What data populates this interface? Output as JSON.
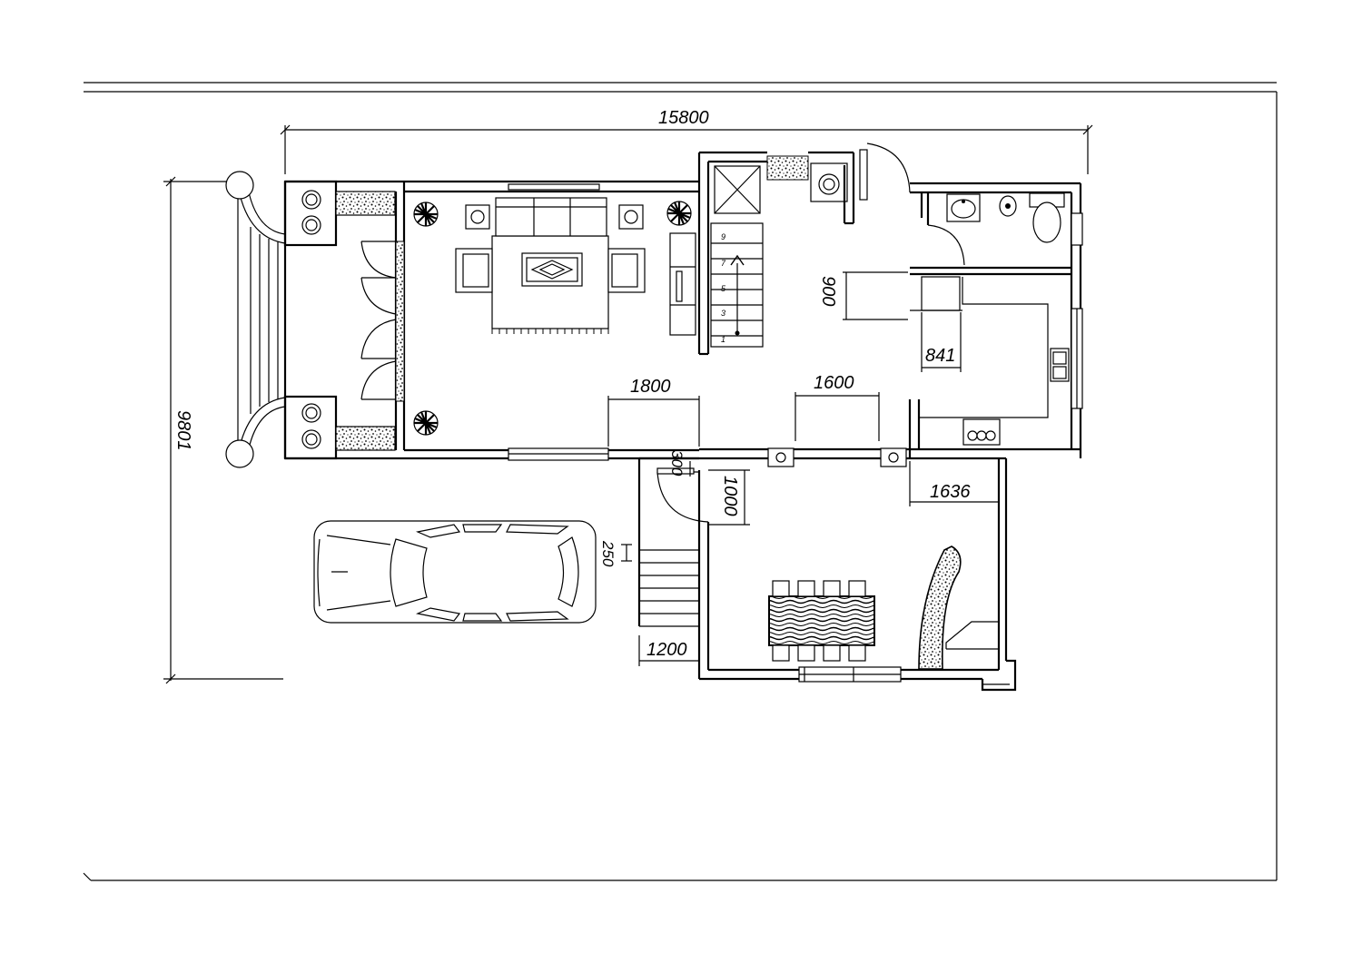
{
  "dimensions": {
    "overall_width": "15800",
    "overall_depth": "9801",
    "living_opening": "1800",
    "kitchen_opening": "1600",
    "counter_depth": "900",
    "fridge_width": "841",
    "dining_width": "1636",
    "door_offset": "300",
    "porch_step": "1000",
    "riser": "250",
    "stair_width": "1200"
  },
  "stair_steps": [
    "9",
    "7",
    "5",
    "3",
    "1"
  ]
}
